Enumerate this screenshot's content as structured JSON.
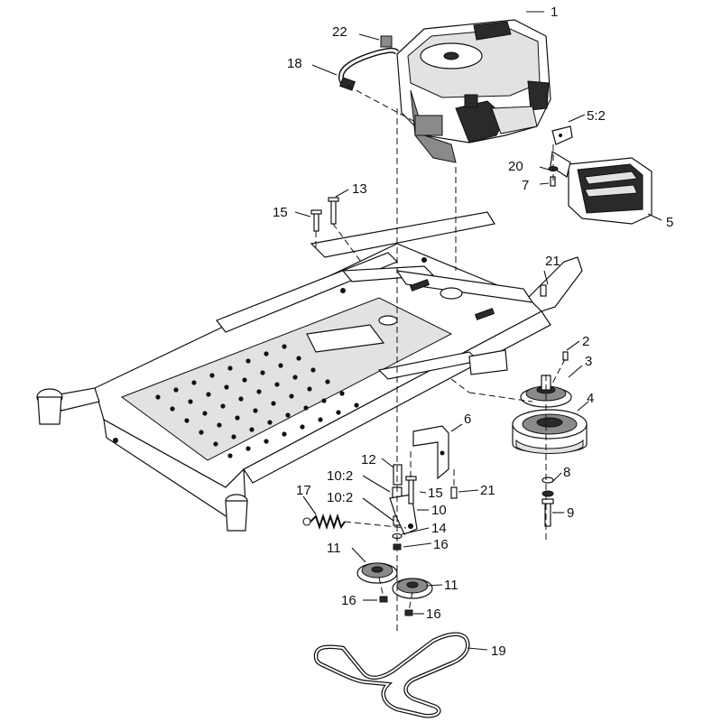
{
  "diagram": {
    "callouts": [
      {
        "id": "c1",
        "label": "1"
      },
      {
        "id": "c22",
        "label": "22"
      },
      {
        "id": "c18",
        "label": "18"
      },
      {
        "id": "c5-2",
        "label": "5:2"
      },
      {
        "id": "c20",
        "label": "20"
      },
      {
        "id": "c7",
        "label": "7"
      },
      {
        "id": "c5",
        "label": "5"
      },
      {
        "id": "c13",
        "label": "13"
      },
      {
        "id": "c15a",
        "label": "15"
      },
      {
        "id": "c21a",
        "label": "21"
      },
      {
        "id": "c2",
        "label": "2"
      },
      {
        "id": "c3",
        "label": "3"
      },
      {
        "id": "c4",
        "label": "4"
      },
      {
        "id": "c6",
        "label": "6"
      },
      {
        "id": "c12",
        "label": "12"
      },
      {
        "id": "c10-2a",
        "label": "10:2"
      },
      {
        "id": "c15b",
        "label": "15"
      },
      {
        "id": "c21b",
        "label": "21"
      },
      {
        "id": "c17",
        "label": "17"
      },
      {
        "id": "c10-2b",
        "label": "10:2"
      },
      {
        "id": "c10",
        "label": "10"
      },
      {
        "id": "c14",
        "label": "14"
      },
      {
        "id": "c16a",
        "label": "16"
      },
      {
        "id": "c8",
        "label": "8"
      },
      {
        "id": "c9",
        "label": "9"
      },
      {
        "id": "c11a",
        "label": "11"
      },
      {
        "id": "c11b",
        "label": "11"
      },
      {
        "id": "c16b",
        "label": "16"
      },
      {
        "id": "c16c",
        "label": "16"
      },
      {
        "id": "c19",
        "label": "19"
      }
    ]
  }
}
